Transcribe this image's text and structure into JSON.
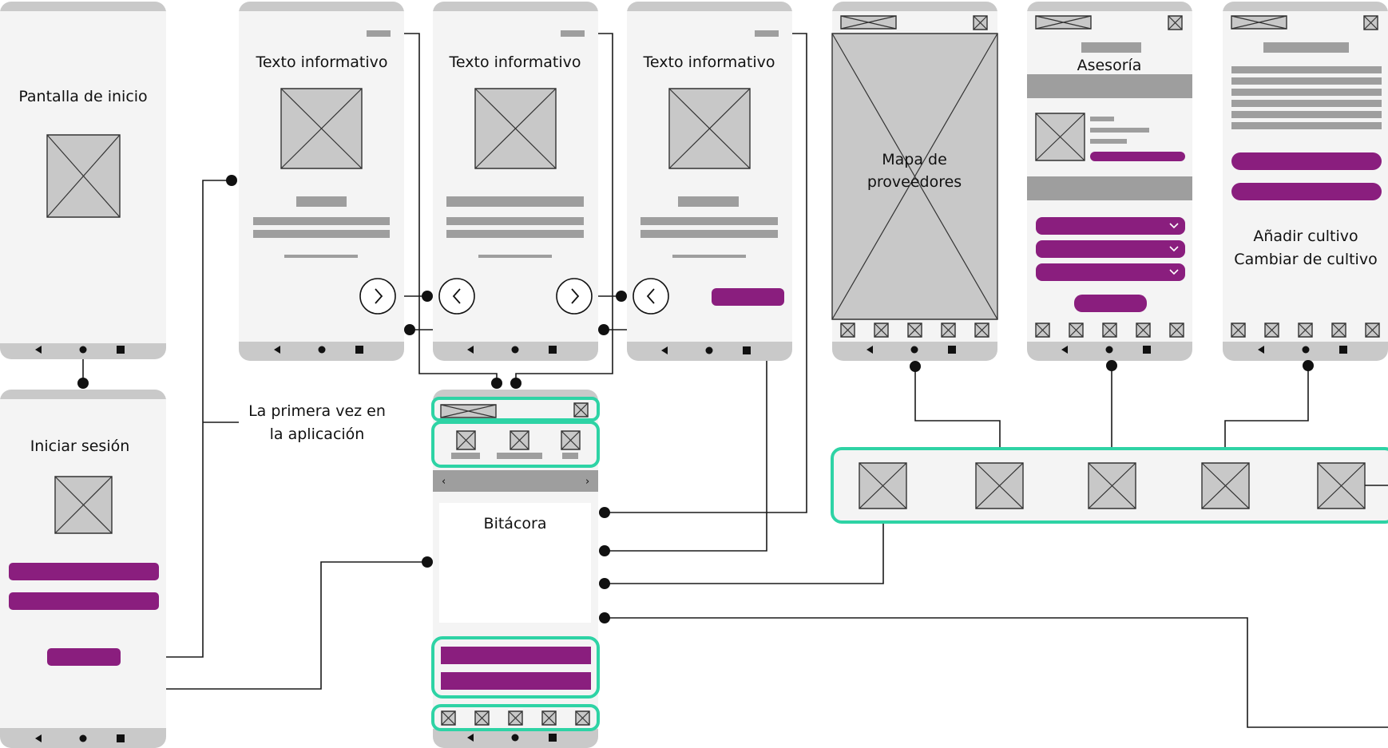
{
  "colors": {
    "purple": "#8a1e7e",
    "teal": "#2ed3a5",
    "frame": "#f4f4f4",
    "bar": "#c9c9c9",
    "gray_bar": "#9e9e9e",
    "placeholder": "#c8c8c8",
    "line": "#1a1a1a"
  },
  "screens": {
    "home": {
      "title": "Pantalla  de inicio"
    },
    "login": {
      "title": "Iniciar sesión"
    },
    "info_1": {
      "title": "Texto informativo"
    },
    "info_2": {
      "title": "Texto informativo"
    },
    "info_3": {
      "title": "Texto informativo"
    },
    "map": {
      "title_line1": "Mapa de",
      "title_line2": "proveedores"
    },
    "advisory": {
      "title": "Asesoría"
    },
    "crops": {
      "title_line1": "Añadir cultivo",
      "title_line2": "Cambiar de cultivo"
    },
    "logbook": {
      "title": "Bitácora"
    }
  },
  "annotations": {
    "first_time_line1": "La primera vez en",
    "first_time_line2": "la aplicación"
  },
  "icons": {
    "nav_back": "triangle-back-icon",
    "nav_home": "circle-home-icon",
    "nav_recent": "square-recent-icon",
    "image": "image-placeholder-icon",
    "next": "chevron-right-icon",
    "prev": "chevron-left-icon",
    "dropdown": "chevron-down-icon"
  }
}
